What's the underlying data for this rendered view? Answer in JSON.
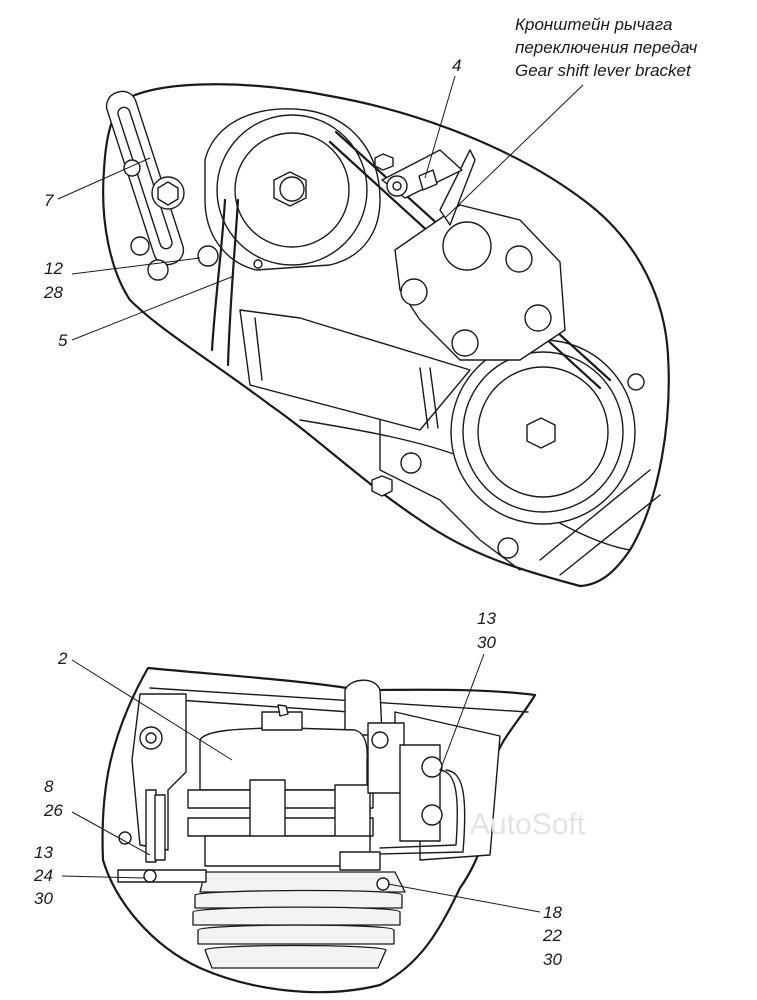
{
  "caption": {
    "line1": "Кронштейн рычага",
    "line2": "переключения передач",
    "line3": "Gear shift lever bracket"
  },
  "top_view": {
    "labels": {
      "l4": "4",
      "l7": "7",
      "l12": "12",
      "l28": "28",
      "l5": "5"
    }
  },
  "bottom_view": {
    "labels": {
      "l2": "2",
      "l13a": "13",
      "l30a": "30",
      "l8": "8",
      "l26": "26",
      "l13b": "13",
      "l24": "24",
      "l30b": "30",
      "l18": "18",
      "l22": "22",
      "l30c": "30"
    }
  },
  "watermark": "AutoSoft"
}
